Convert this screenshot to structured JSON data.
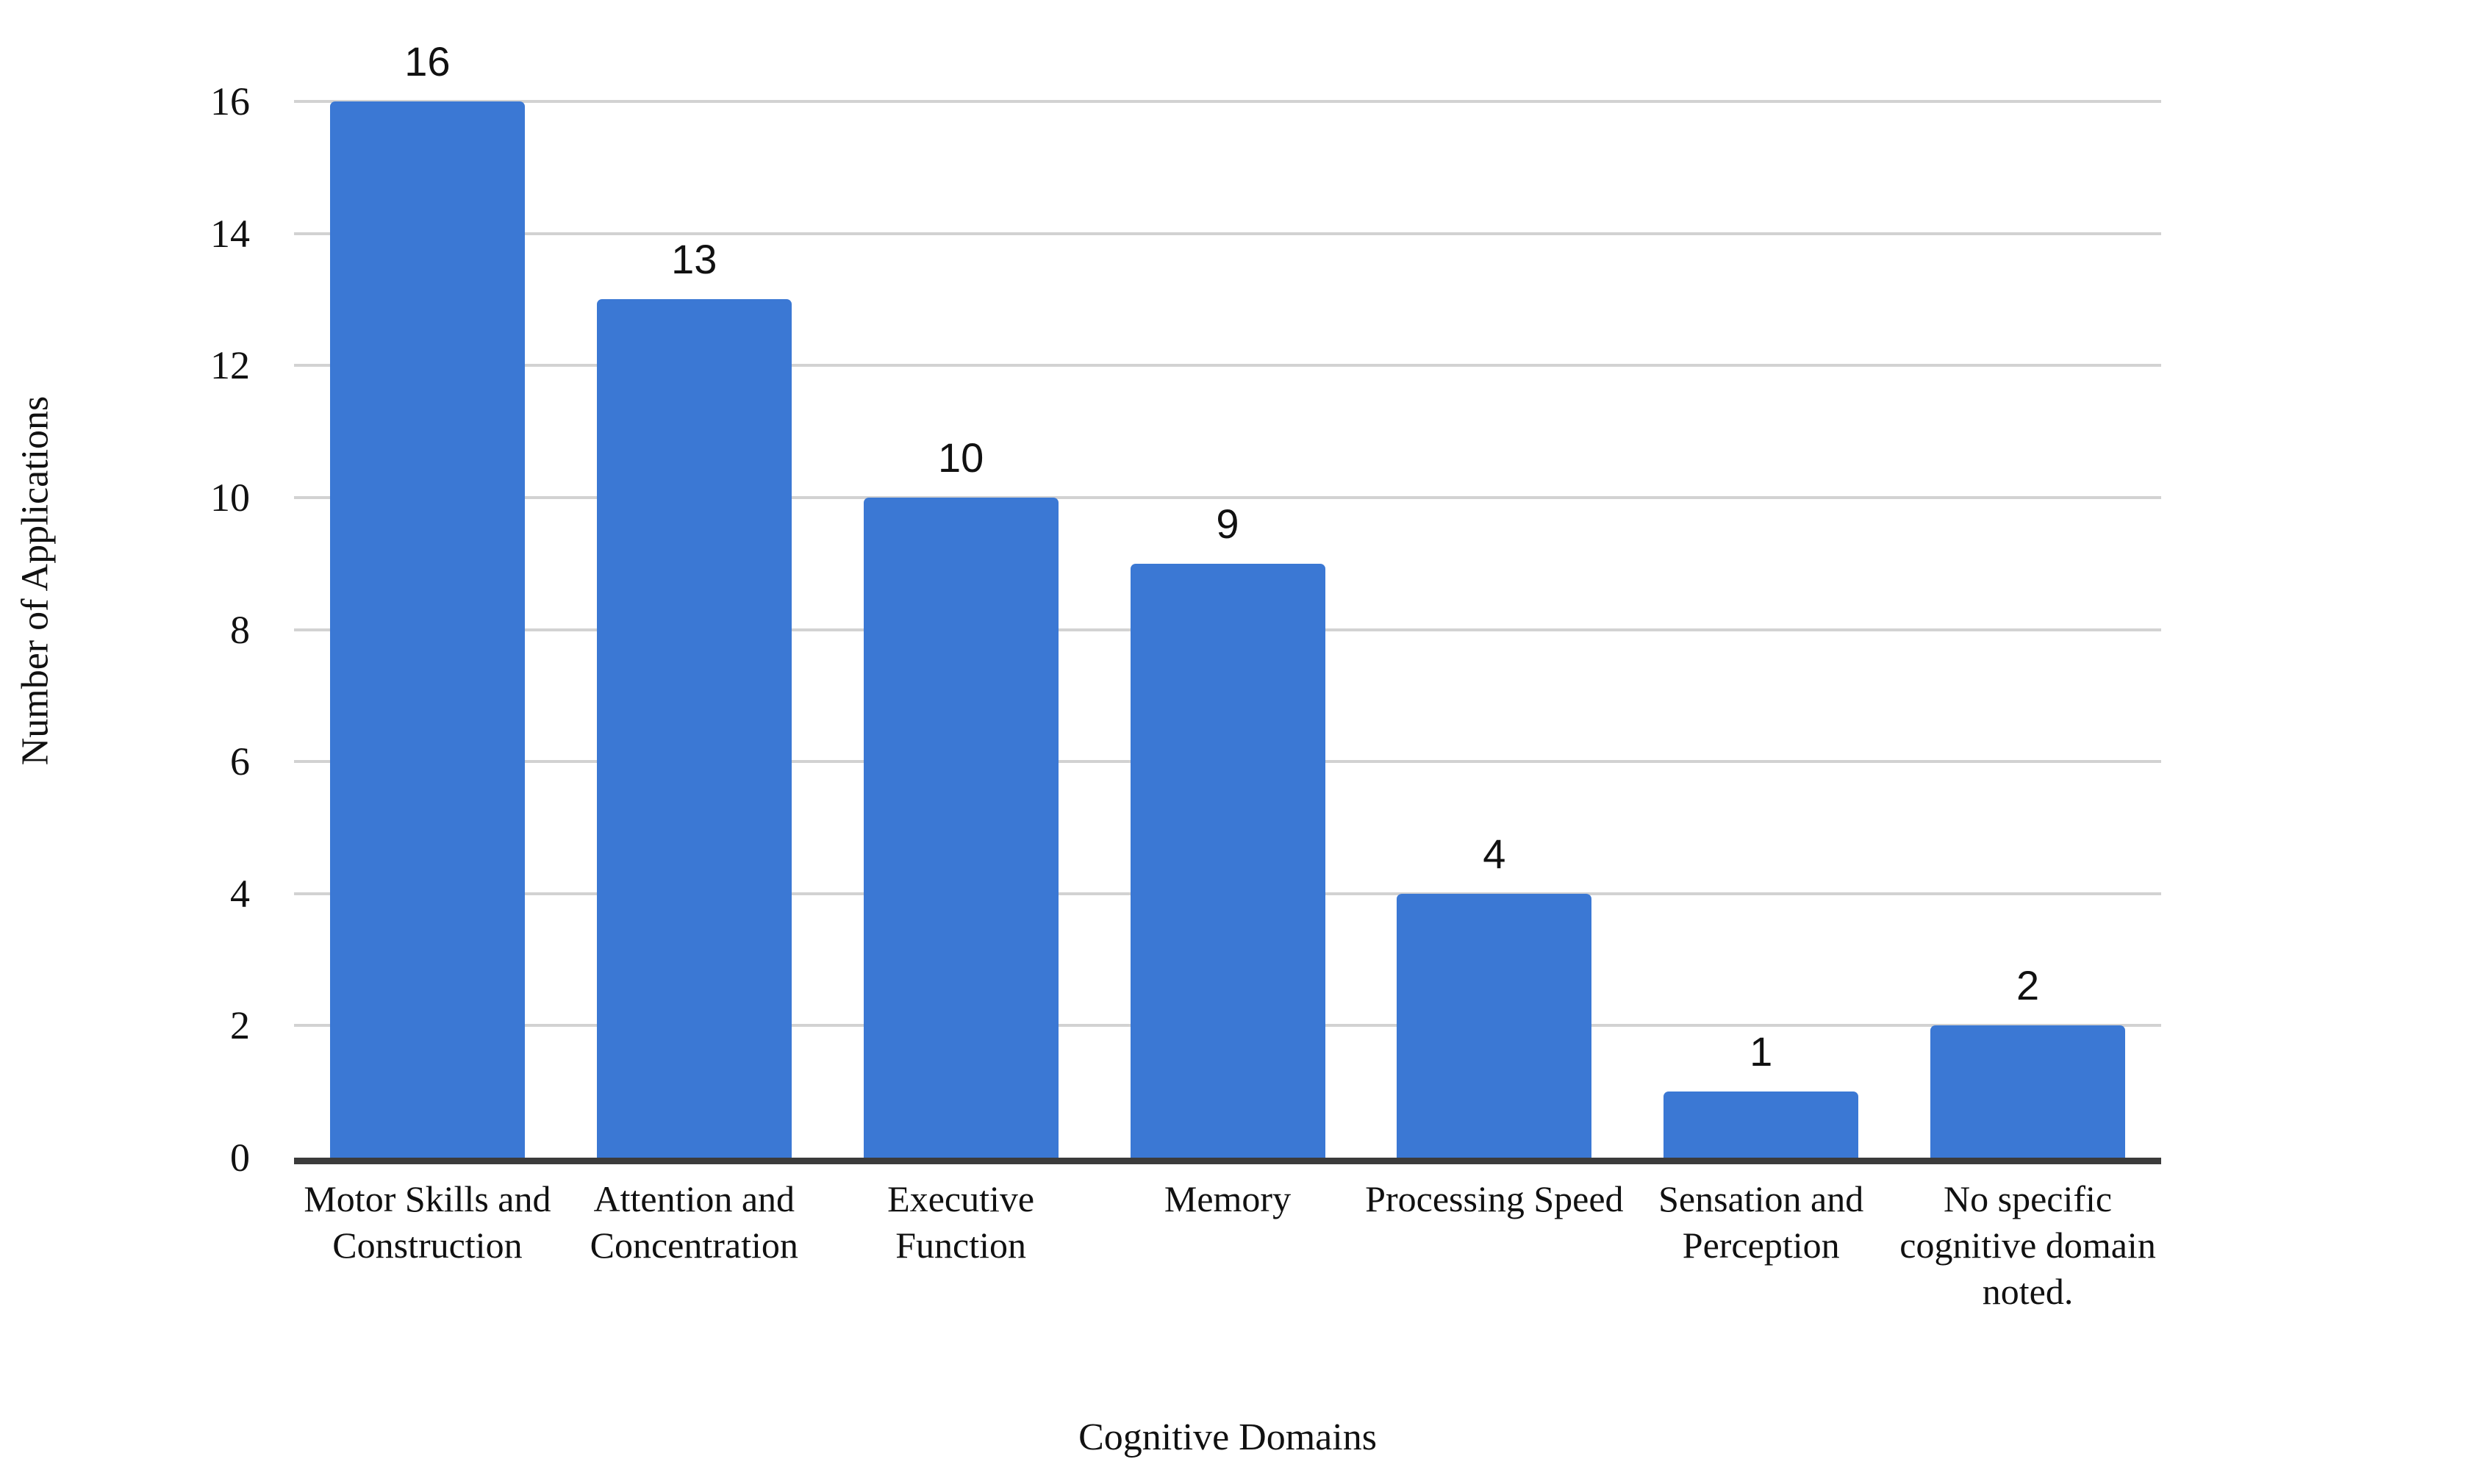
{
  "chart_data": {
    "type": "bar",
    "title": "",
    "xlabel": "Cognitive Domains",
    "ylabel": "Number of Applications",
    "categories": [
      "Motor Skills and Construction",
      "Attention and Concentration",
      "Executive Function",
      "Memory",
      "Processing Speed",
      "Sensation and Perception",
      "No specific cognitive domain noted."
    ],
    "values": [
      16,
      13,
      10,
      9,
      4,
      1,
      2
    ],
    "value_labels": [
      "16",
      "13",
      "10",
      "9",
      "4",
      "1",
      "2"
    ],
    "ylim": [
      0,
      16
    ],
    "yticks": [
      0,
      2,
      4,
      6,
      8,
      10,
      12,
      14,
      16
    ],
    "ytick_labels": [
      "0",
      "2",
      "4",
      "6",
      "8",
      "10",
      "12",
      "14",
      "16"
    ],
    "grid": "horizontal",
    "legend": "none",
    "bar_color": "#3b78d4",
    "gridline_color": "#d2d2d2",
    "axis_color": "#3b3b3b",
    "background_color": "#ffffff",
    "text_color": "#111111"
  }
}
